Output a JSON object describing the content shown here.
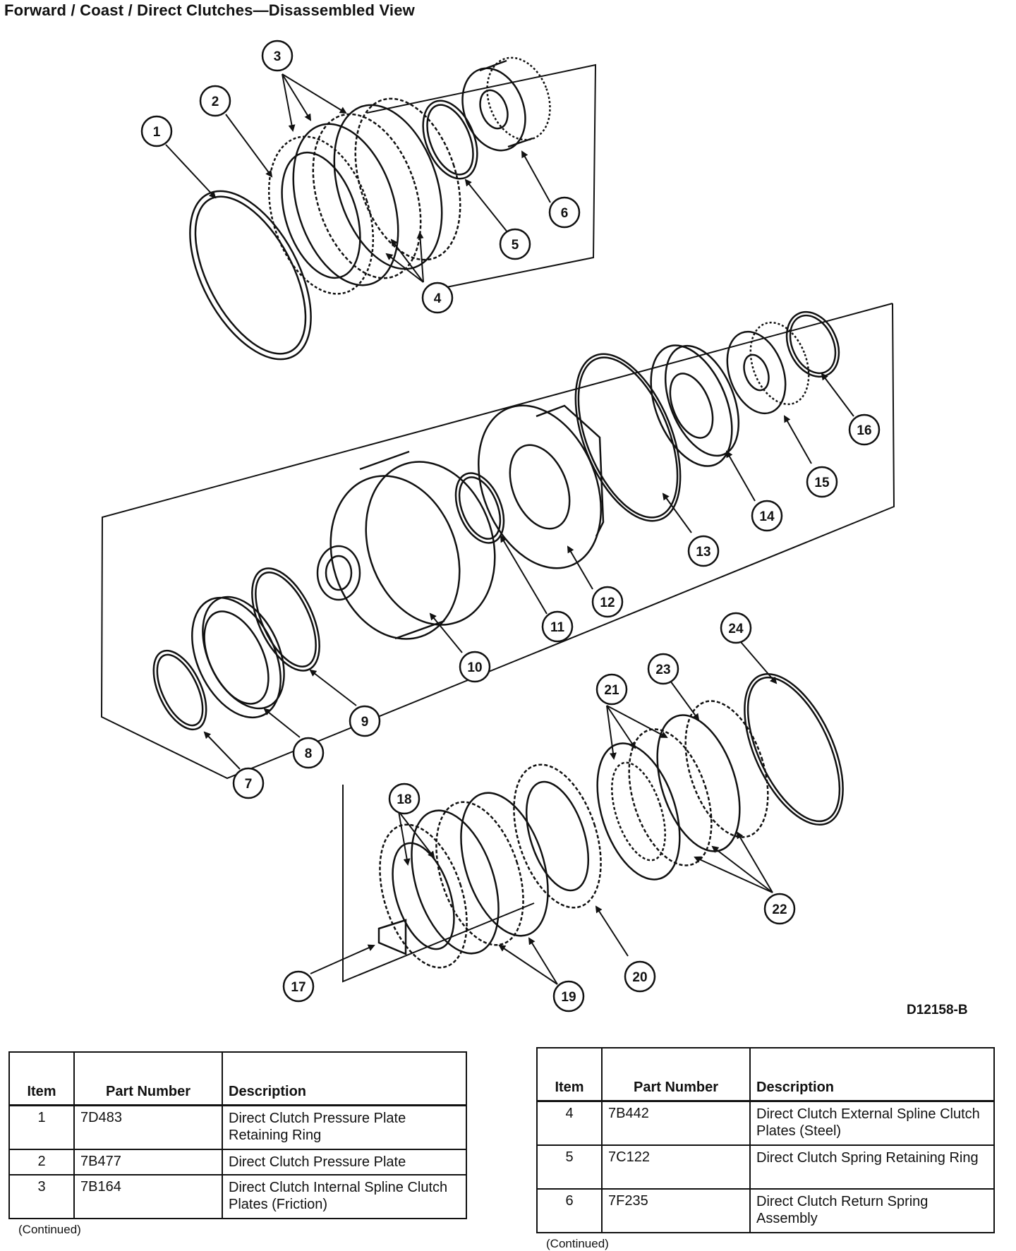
{
  "page": {
    "title": "Forward / Coast / Direct Clutches—Disassembled View",
    "figure_code": "D12158-B"
  },
  "diagram": {
    "callouts": [
      "1",
      "2",
      "3",
      "4",
      "5",
      "6",
      "7",
      "8",
      "9",
      "10",
      "11",
      "12",
      "13",
      "14",
      "15",
      "16",
      "17",
      "18",
      "19",
      "20",
      "21",
      "22",
      "23",
      "24"
    ]
  },
  "table_headers": {
    "item": "Item",
    "part_number": "Part Number",
    "description": "Description"
  },
  "table_left": {
    "rows": [
      {
        "item": "1",
        "part": "7D483",
        "desc": "Direct Clutch Pressure Plate Retaining Ring"
      },
      {
        "item": "2",
        "part": "7B477",
        "desc": "Direct Clutch Pressure Plate"
      },
      {
        "item": "3",
        "part": "7B164",
        "desc": "Direct Clutch Internal Spline Clutch Plates (Friction)"
      }
    ],
    "continued": "(Continued)"
  },
  "table_right": {
    "rows": [
      {
        "item": "4",
        "part": "7B442",
        "desc": "Direct Clutch External Spline Clutch Plates (Steel)"
      },
      {
        "item": "5",
        "part": "7C122",
        "desc": "Direct Clutch Spring Retaining Ring"
      },
      {
        "item": "6",
        "part": "7F235",
        "desc": "Direct Clutch Return Spring Assembly"
      }
    ],
    "continued": "(Continued)"
  }
}
